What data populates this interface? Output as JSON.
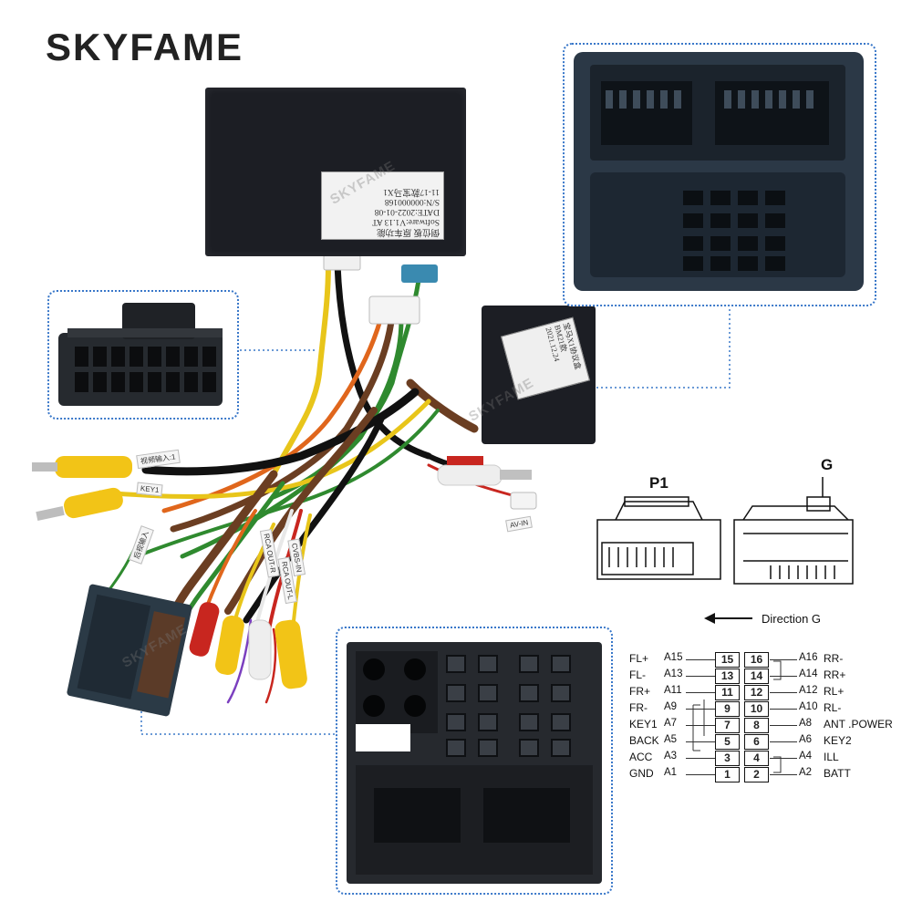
{
  "brand": {
    "name": "SKYFAME",
    "watermark": "SKYFAME"
  },
  "module_label": {
    "lines": [
      "倒位板 原车功能",
      "Software:V1.13 AT",
      "DATE:2022-01-08",
      "S/N:000000168",
      "11-17款宝马X1"
    ]
  },
  "module2_label": {
    "lines": [
      "宝马X1协议盒",
      "BM21款",
      "2021.12.24"
    ]
  },
  "wire_tags": [
    "视频输入:1",
    "KEY1",
    "AV-IN",
    "RCA OUT-R",
    "RCA OUT-L",
    "CVBS-IN",
    "后视输入"
  ],
  "diagram": {
    "p1_label": "P1",
    "g_label": "G",
    "direction_label": "Direction G",
    "pins": [
      {
        "left_name": "FL+",
        "left_code": "A15",
        "left_num": "15",
        "right_num": "16",
        "right_code": "A16",
        "right_name": "RR-"
      },
      {
        "left_name": "FL-",
        "left_code": "A13",
        "left_num": "13",
        "right_num": "14",
        "right_code": "A14",
        "right_name": "RR+"
      },
      {
        "left_name": "FR+",
        "left_code": "A11",
        "left_num": "11",
        "right_num": "12",
        "right_code": "A12",
        "right_name": "RL+"
      },
      {
        "left_name": "FR-",
        "left_code": "A9",
        "left_num": "9",
        "right_num": "10",
        "right_code": "A10",
        "right_name": "RL-"
      },
      {
        "left_name": "KEY1",
        "left_code": "A7",
        "left_num": "7",
        "right_num": "8",
        "right_code": "A8",
        "right_name": "ANT .POWER"
      },
      {
        "left_name": "BACK",
        "left_code": "A5",
        "left_num": "5",
        "right_num": "6",
        "right_code": "A6",
        "right_name": "KEY2"
      },
      {
        "left_name": "ACC",
        "left_code": "A3",
        "left_num": "3",
        "right_num": "4",
        "right_code": "A4",
        "right_name": "ILL"
      },
      {
        "left_name": "GND",
        "left_code": "A1",
        "left_num": "1",
        "right_num": "2",
        "right_code": "A2",
        "right_name": "BATT"
      }
    ]
  },
  "colors": {
    "inset_border": "#3a78c9",
    "connector_dark": "#1f2a34",
    "module_dark": "#1c1e24",
    "rca_yellow": "#f2c417",
    "rca_white": "#e8e8e8",
    "rca_red": "#c8261f",
    "wire_green": "#2f8a2f",
    "wire_brown": "#6b3e22",
    "wire_orange": "#e0661c"
  }
}
